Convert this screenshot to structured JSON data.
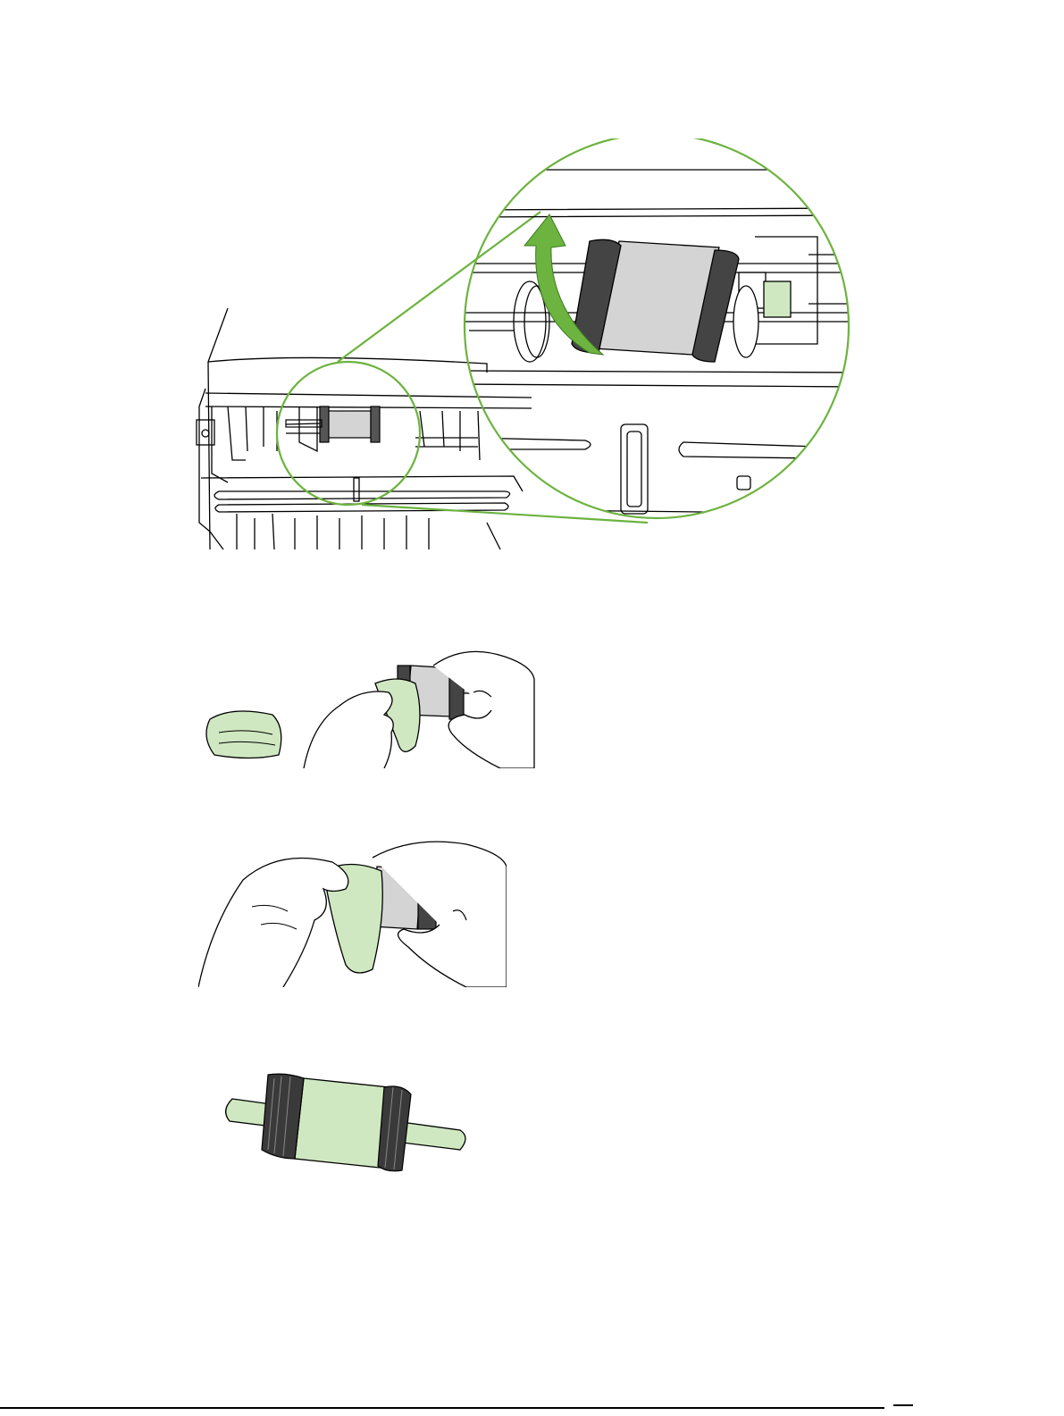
{
  "figures": [
    {
      "id": "printer-pickup-roller-zoom",
      "icon": "printer-open-pickup-roller-with-magnifier"
    },
    {
      "id": "wipe-roller-start",
      "icon": "damp-cloth-and-hands-holding-roller"
    },
    {
      "id": "wipe-roller-rub",
      "icon": "hands-rubbing-roller-with-cloth"
    },
    {
      "id": "clean-roller",
      "icon": "pickup-roller-clean"
    }
  ],
  "colors": {
    "accent_green": "#6cb33f",
    "cloth_fill": "#cfe8c1",
    "roller_fill": "#d4d4d4",
    "line": "#000000"
  }
}
